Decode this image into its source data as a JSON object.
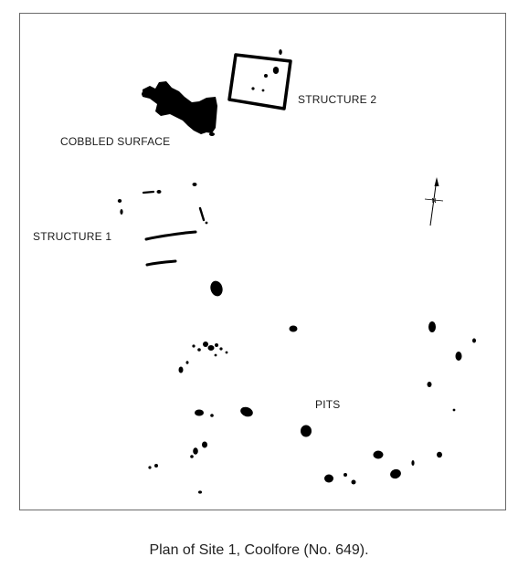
{
  "labels": {
    "cobbled_surface": "COBBLED SURFACE",
    "structure_2": "STRUCTURE 2",
    "structure_1": "STRUCTURE 1",
    "pits": "PITS",
    "north": "N"
  },
  "caption": "Plan of Site 1, Coolfore (No. 649).",
  "colors": {
    "ink": "#000000",
    "frame": "#6a6a6a"
  },
  "icons": {
    "north_arrow": "north-arrow-icon"
  }
}
